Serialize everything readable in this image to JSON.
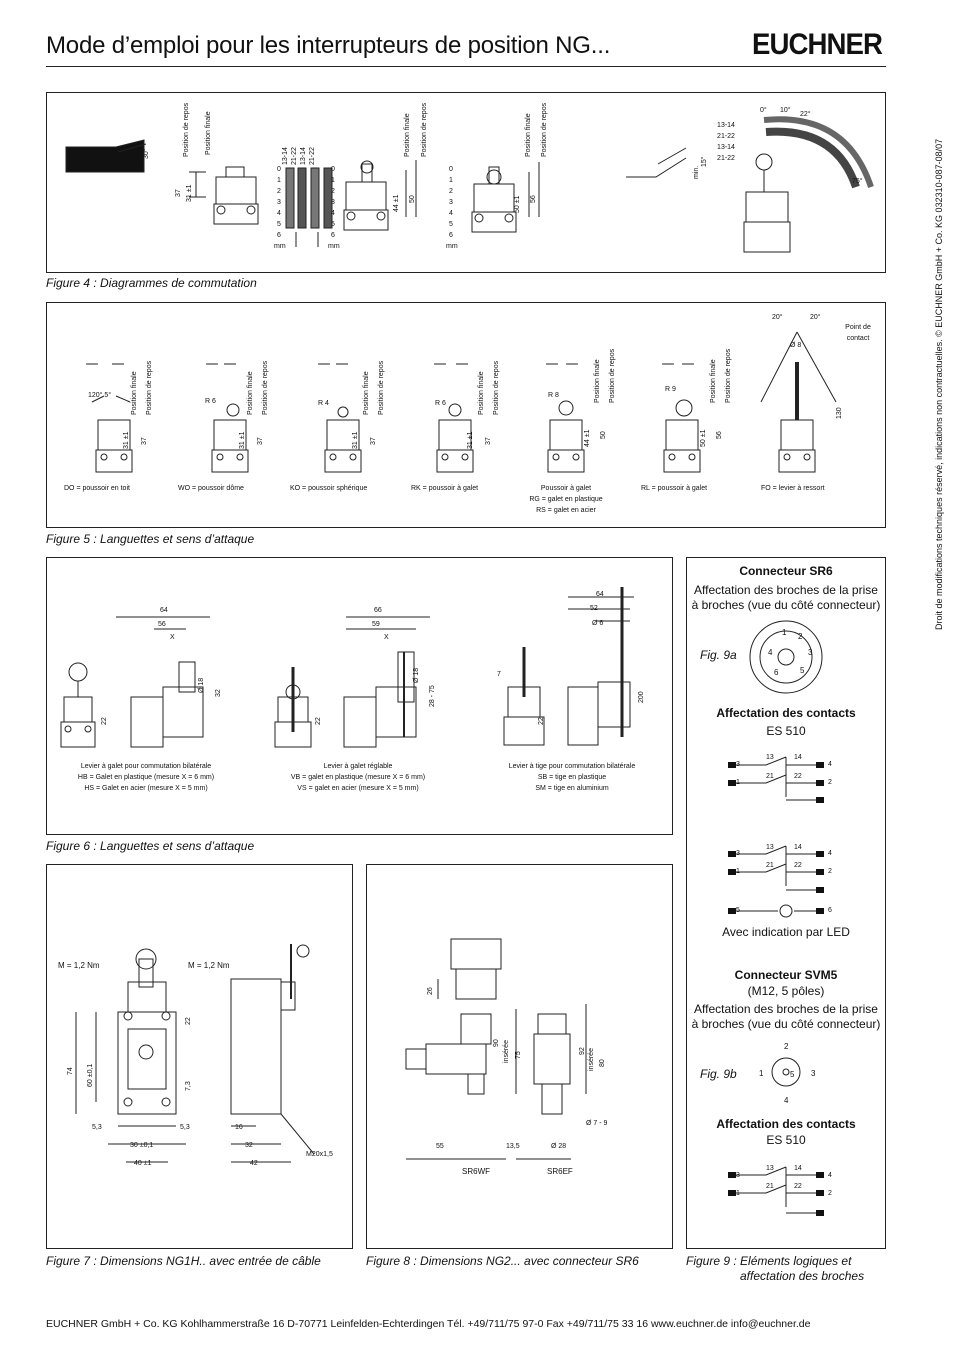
{
  "header": {
    "title": "Mode d’emploi pour les interrupteurs de position NG...",
    "brand": "EUCHNER"
  },
  "side_text": "Droit de modifications techniques réservé, indications non contractuelles.   © EUCHNER GmbH + Co. KG   032310-087-08/07",
  "fig4": {
    "caption": "Figure 4 : Diagrammes de commutation",
    "repos": "Position de repos",
    "finale": "Position finale",
    "scale": [
      "0",
      "1",
      "2",
      "3",
      "4",
      "5",
      "6"
    ],
    "mm": "mm",
    "contacts": [
      "13-14",
      "21-22",
      "13-14",
      "21-22"
    ],
    "d37": "37",
    "d31": "31 ±1",
    "d50": "50",
    "d44": "44 ±1",
    "d56": "56",
    "d50b": "50 ±1",
    "ang30": "30°",
    "ang15": "15°",
    "amin": "min.",
    "a0": "0°",
    "a10": "10°",
    "a22": "22°",
    "a75": "75°"
  },
  "fig5": {
    "caption": "Figure 5 : Languettes et sens d’attaque",
    "finale": "Position finale",
    "repos": "Position de repos",
    "labels": [
      "DO = poussoir en toit",
      "WO = poussoir dôme",
      "KO = poussoir sphérique",
      "RK = poussoir à galet",
      "Poussoir à galet",
      "RL = poussoir à galet",
      "FO = levier à ressort"
    ],
    "rg": "RG = galet en plastique",
    "rs": "RS = galet en acier",
    "ang120": "120° 5°",
    "r6": "R 6",
    "r4": "R 4",
    "r8": "R 8",
    "r9": "R 9",
    "d37": "37",
    "d31": "31 ±1",
    "d50": "50",
    "d44": "44 ±1",
    "d56": "56",
    "d50b": "50 ±1",
    "d130": "130",
    "d8": "Ø 8",
    "a20": "20°",
    "point": "Point de contact"
  },
  "fig6": {
    "caption": "Figure 6 : Languettes et sens d’attaque",
    "g1": [
      "Levier à galet pour commutation bilatérale",
      "HB = Galet en plastique (mesure X = 6 mm)",
      "HS = Galet en acier (mesure X = 5 mm)"
    ],
    "g2": [
      "Levier à galet réglable",
      "VB = galet en plastique (mesure X = 6 mm)",
      "VS = galet en acier (mesure X = 5 mm)"
    ],
    "g3": [
      "Levier à tige pour commutation bilatérale",
      "SB = tige en plastique",
      "SM = tige en aluminium"
    ],
    "d64": "64",
    "d56": "56",
    "d66": "66",
    "d59": "59",
    "d52": "52",
    "d6": "Ø 6",
    "x": "X",
    "d18": "Ø 18",
    "d32": "32",
    "d22": "22",
    "d2875": "28 - 75",
    "d200": "200",
    "d7": "7"
  },
  "fig7": {
    "caption": "Figure 7 : Dimensions NG1H.. avec entrée de câble",
    "m1": "M = 1,2 Nm",
    "m2": "M = 1,2 Nm",
    "d74": "74",
    "d60": "60 ±0,1",
    "d22": "22",
    "d73": "7,3",
    "d53a": "5,3",
    "d53b": "5,3",
    "d30": "30 ±0,1",
    "d40": "40 ±1",
    "d16": "16",
    "d32": "32",
    "d42": "42",
    "m20": "M20x1,5"
  },
  "fig8": {
    "caption": "Figure 8 : Dimensions NG2... avec connecteur SR6",
    "d26": "26",
    "d90": "90",
    "d75": "75",
    "d92": "92",
    "d80": "80",
    "ins": "insérée",
    "d55": "55",
    "d135": "13,5",
    "d28": "Ø 28",
    "d79": "Ø 7 - 9",
    "sr6wf": "SR6WF",
    "sr6ef": "SR6EF"
  },
  "fig9": {
    "caption1": "Figure 9 : Eléments   logiques   et",
    "caption2": "affectation des broches",
    "sr6_title": "Connecteur  SR6",
    "sr6_desc1": "Affectation des broches de la prise",
    "sr6_desc2": "à broches (vue du côté connecteur)",
    "fig9a": "Fig. 9a",
    "contacts_title": "Affectation des contacts",
    "es510": "ES 510",
    "led": "Avec indication par LED",
    "svm5_title": "Connecteur  SVM5",
    "svm5_sub": "(M12, 5 pôles)",
    "fig9b": "Fig. 9b",
    "pins6": [
      "1",
      "2",
      "3",
      "4",
      "5",
      "6"
    ],
    "pins5": [
      "1",
      "2",
      "3",
      "4",
      "5"
    ],
    "c13": "13",
    "c14": "14",
    "c21": "21",
    "c22": "22",
    "t3": "3",
    "t4": "4",
    "t1": "1",
    "t2": "2",
    "t5": "5",
    "t6": "6"
  },
  "footer": "EUCHNER GmbH + Co. KG    Kohlhammerstraße 16    D-70771 Leinfelden-Echterdingen    Tél. +49/711/75 97-0    Fax +49/711/75 33 16    www.euchner.de    info@euchner.de"
}
